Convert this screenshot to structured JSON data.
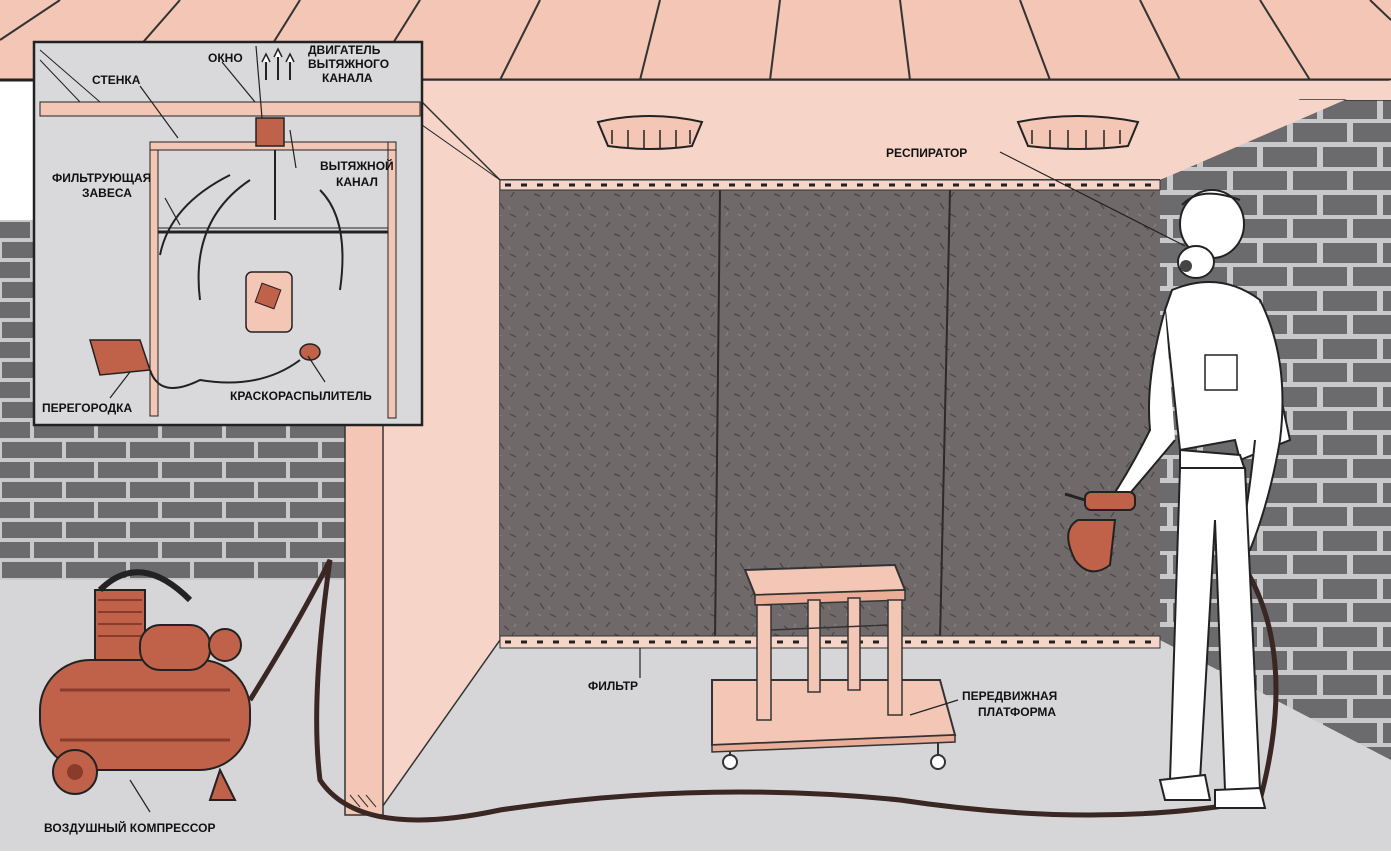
{
  "labels": {
    "okno": "ОКНО",
    "engine": [
      "ДВИГАТЕЛЬ",
      "ВЫТЯЖНОГО",
      "КАНАЛА"
    ],
    "wall": "СТЕНКА",
    "filter_curtain": [
      "ФИЛЬТРУЮЩАЯ",
      "ЗАВЕСА"
    ],
    "exhaust_duct": [
      "ВЫТЯЖНОЙ",
      "КАНАЛ"
    ],
    "partition": "ПЕРЕГОРОДКА",
    "spray_gun": "КРАСКОРАСПЫЛИТЕЛЬ",
    "respirator": "РЕСПИРАТОР",
    "filter": "ФИЛЬТР",
    "mobile_platform": [
      "ПЕРЕДВИЖНАЯ",
      "ПЛАТФОРМА"
    ],
    "air_compressor": "ВОЗДУШНЫЙ КОМПРЕССОР"
  },
  "colors": {
    "salmon": "#f3c6b6",
    "salmon_dark": "#e9ad98",
    "rust": "#c0624a",
    "rust_dark": "#8a3c2a",
    "floor": "#d6d6d8",
    "block": "#6b6b6e",
    "mortar": "#c9c9cb",
    "filter": "#6f6a69",
    "inset_bg": "#d9d9db"
  }
}
